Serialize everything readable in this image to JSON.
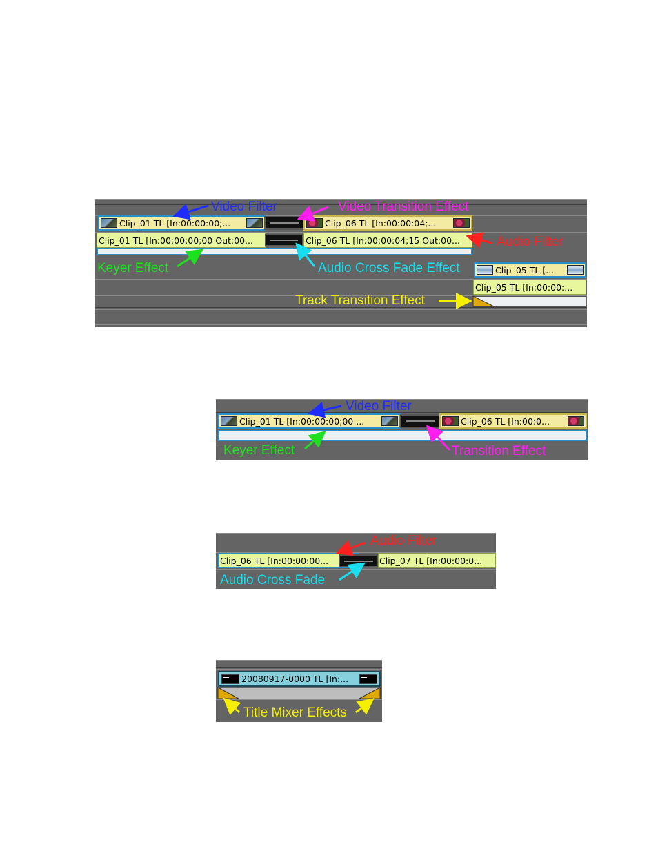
{
  "panel1": {
    "video_clip_1": "Clip_01  TL [In:00:00:00;...",
    "video_clip_2": "Clip_06  TL [In:00:00:04;...",
    "audio_clip_1": "Clip_01  TL [In:00:00:00;00 Out:00...",
    "audio_clip_2": "Clip_06  TL [In:00:00:04;15 Out:00...",
    "video_clip_3": "Clip_05  TL [...",
    "audio_clip_3": "Clip_05  TL [In:00:00:...",
    "labels": {
      "video_filter": "Video Filter",
      "video_transition_effect": "Video Transition Effect",
      "audio_filter": "Audio Filter",
      "keyer_effect": "Keyer Effect",
      "audio_cross_fade_effect": "Audio Cross Fade Effect",
      "track_transition_effect": "Track Transition Effect"
    }
  },
  "panel2": {
    "video_clip_1": "Clip_01  TL [In:00:00:00;00 ...",
    "video_clip_2": "Clip_06  TL [In:00:0...",
    "labels": {
      "video_filter": "Video Filter",
      "keyer_effect": "Keyer Effect",
      "transition_effect": "Transition Effect"
    }
  },
  "panel3": {
    "audio_clip_1": "Clip_06  TL [In:00:00:00...",
    "audio_clip_2": "Clip_07  TL [In:00:00:0...",
    "labels": {
      "audio_filter": "Audio Filter",
      "audio_cross_fade": "Audio Cross Fade"
    }
  },
  "panel4": {
    "title_clip": "20080917-0000  TL [In:...",
    "labels": {
      "title_mixer_effects": "Title Mixer Effects"
    }
  },
  "colors": {
    "timeline_bg": "#646464",
    "video_clip": "#f3eba1",
    "audio_clip": "#e9f79c",
    "title_clip": "#86cfdc",
    "selection_border": "#2a8ec8",
    "label_blue": "#1f2cff",
    "label_magenta": "#ff1ef0",
    "label_red": "#ff2020",
    "label_green": "#1ee01e",
    "label_cyan": "#18dff0",
    "label_yellow": "#f4f000",
    "effect_marker": "#e0a800"
  }
}
